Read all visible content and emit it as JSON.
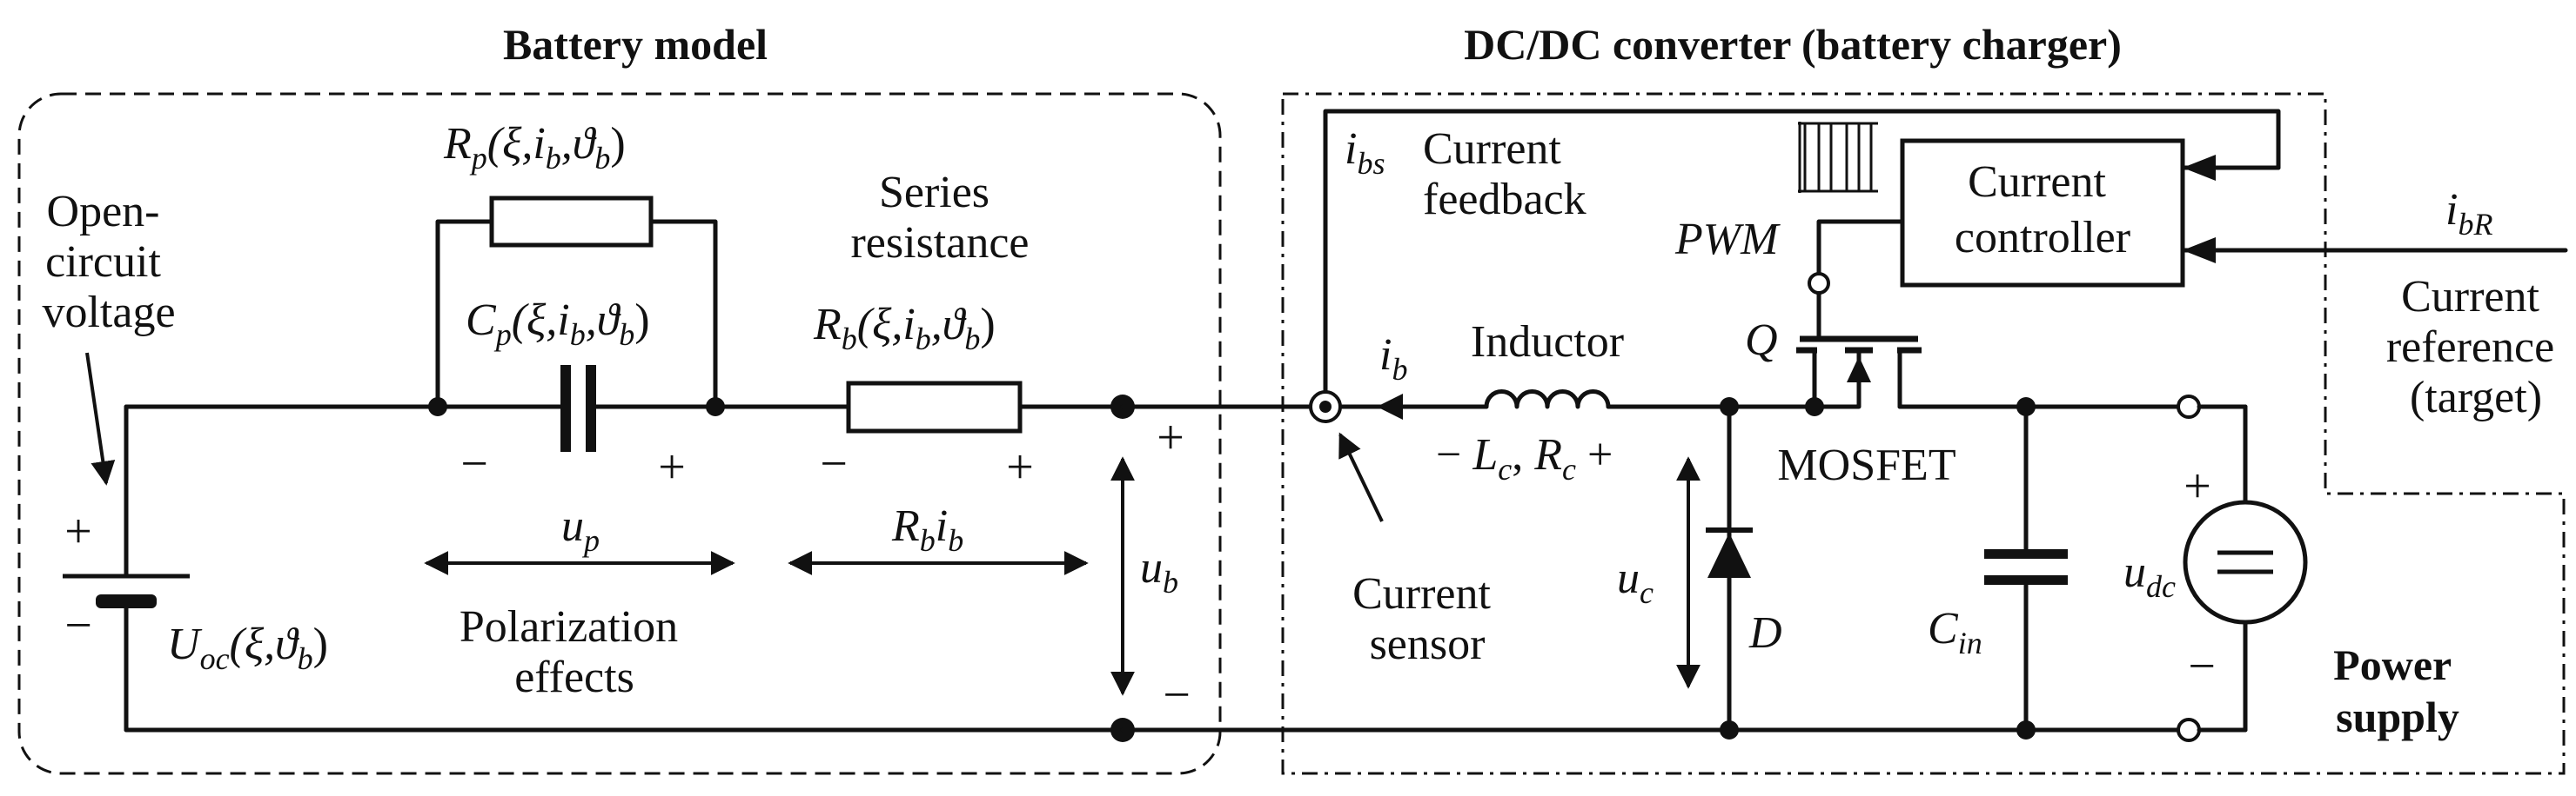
{
  "titles": {
    "battery_model": "Battery model",
    "dcdc_converter": "DC/DC converter (battery charger)"
  },
  "battery": {
    "ocv_label": [
      "Open-",
      "circuit",
      "voltage"
    ],
    "uoc": "U",
    "uoc_sub": "oc",
    "uoc_args": "(ξ,ϑ",
    "uoc_args_sub": "b",
    "uoc_close": ")",
    "plus": "+",
    "minus": "−"
  },
  "polarization": {
    "rp": "R",
    "rp_sub": "p",
    "rp_args1": "(ξ,i",
    "rp_args_sub1": "b",
    "rp_args2": ",ϑ",
    "rp_args_sub2": "b",
    "rp_close": ")",
    "cp": "C",
    "cp_sub": "p",
    "cp_args1": "(ξ,i",
    "cp_args_sub1": "b",
    "cp_args2": ",ϑ",
    "cp_args_sub2": "b",
    "cp_close": ")",
    "up": "u",
    "up_sub": "p",
    "caption": [
      "Polarization",
      "effects"
    ],
    "minus": "−",
    "plus": "+"
  },
  "series": {
    "label": [
      "Series",
      "resistance"
    ],
    "rb": "R",
    "rb_sub": "b",
    "rb_args1": "(ξ,i",
    "rb_args_sub1": "b",
    "rb_args2": ",ϑ",
    "rb_args_sub2": "b",
    "rb_close": ")",
    "drop": "R",
    "drop_sub1": "b",
    "drop_i": "i",
    "drop_sub2": "b",
    "minus": "−",
    "plus": "+"
  },
  "terminal": {
    "ub": "u",
    "ub_sub": "b",
    "plus": "+",
    "minus": "−"
  },
  "converter": {
    "ibs": "i",
    "ibs_sub": "bs",
    "feedback": [
      "Current",
      "feedback"
    ],
    "ib": "i",
    "ib_sub": "b",
    "inductor": "Inductor",
    "lc_minus": "− ",
    "lc": "L",
    "lc_sub": "c",
    "rc_sep": ", ",
    "rc": "R",
    "rc_sub": "c",
    "rc_plus": " +",
    "sensor": [
      "Current",
      "sensor"
    ],
    "uc": "u",
    "uc_sub": "c",
    "diode": "D",
    "pwm": "PWM",
    "controller": [
      "Current",
      "controller"
    ],
    "q": "Q",
    "mosfet": "MOSFET",
    "cin": "C",
    "cin_sub": "in",
    "udc": "u",
    "udc_sub": "dc",
    "plus": "+",
    "minus": "−",
    "ibr": "i",
    "ibr_sub": "bR",
    "reference": [
      "Current",
      "reference",
      "(target)"
    ],
    "power_supply": [
      "Power",
      "supply"
    ]
  }
}
